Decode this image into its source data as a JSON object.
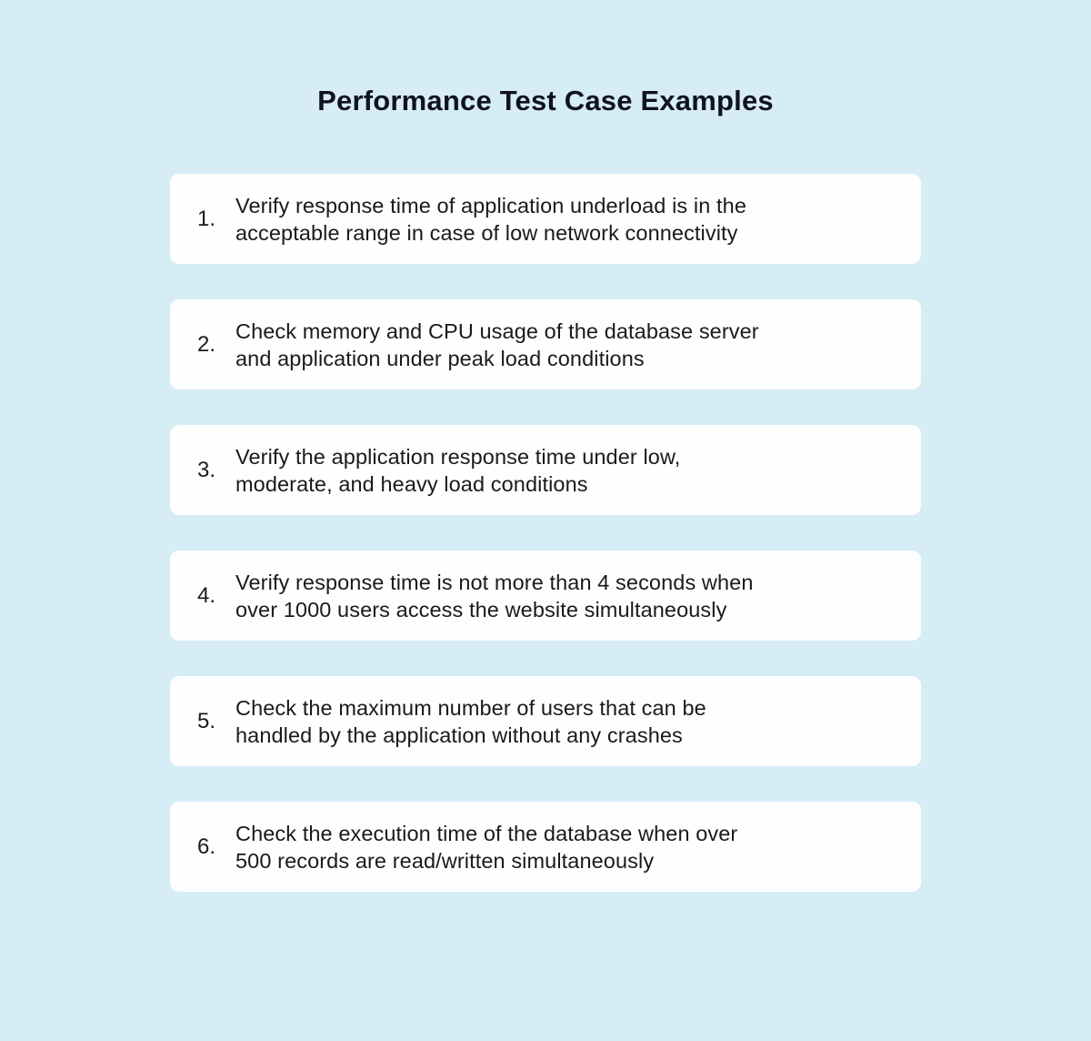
{
  "title": "Performance Test Case Examples",
  "colors": {
    "background": "#d7edf6",
    "card_background": "#fdfefe",
    "title_text": "#10131f",
    "body_text": "#1a1a1a"
  },
  "cards": [
    {
      "number": "1.",
      "lines": [
        "Verify response time of application underload is in the",
        "acceptable range in case of low network connectivity"
      ]
    },
    {
      "number": "2.",
      "lines": [
        "Check memory and CPU usage of the database server",
        "and application under peak load conditions"
      ]
    },
    {
      "number": "3.",
      "lines": [
        "Verify the application response time under low,",
        "moderate, and heavy load conditions"
      ]
    },
    {
      "number": "4.",
      "lines": [
        "Verify response time is not more than 4 seconds when",
        "over 1000 users access the website simultaneously"
      ]
    },
    {
      "number": "5.",
      "lines": [
        "Check the maximum number of users that can be",
        "handled by the application without any crashes"
      ]
    },
    {
      "number": "6.",
      "lines": [
        "Check the execution time of the database when over",
        "500 records are read/written simultaneously"
      ]
    }
  ]
}
